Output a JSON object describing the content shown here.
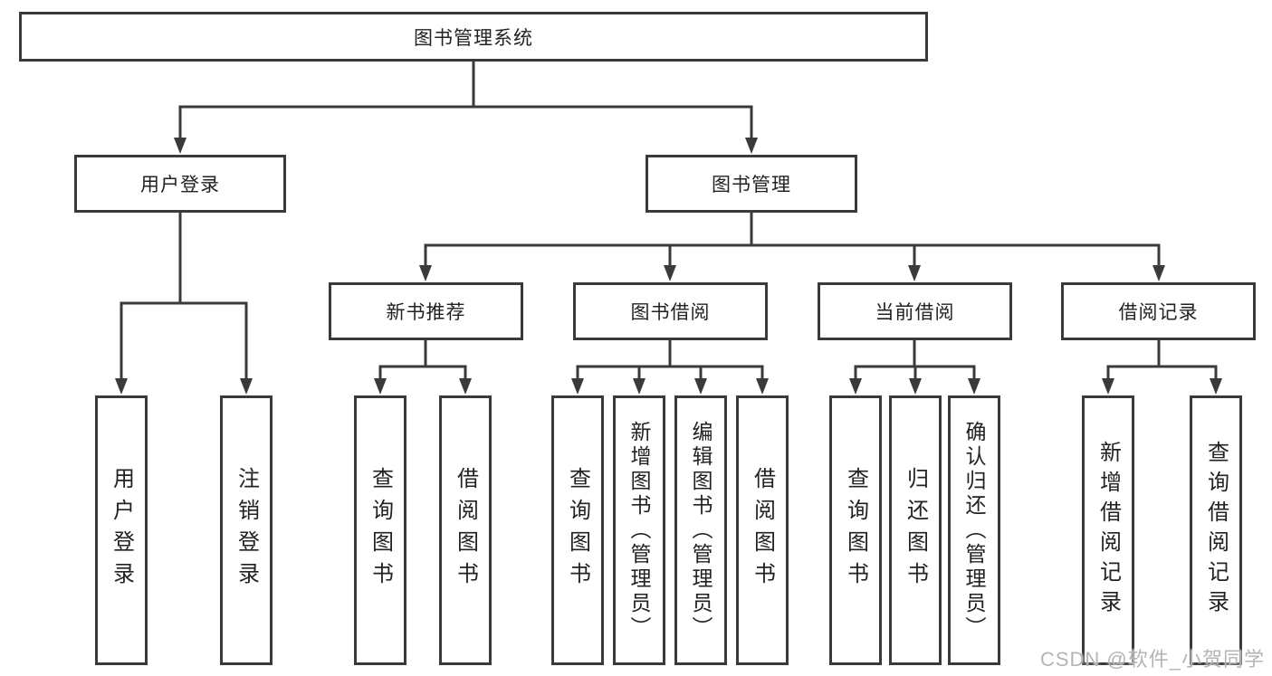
{
  "colors": {
    "line": "#3a3a3a",
    "box_border": "#3a3a3a",
    "box_fill": "#ffffff",
    "text": "#222222",
    "watermark": "#b4b4b4",
    "background": "#ffffff"
  },
  "watermark": {
    "text": "CSDN @软件_小贺同学"
  },
  "tree": {
    "root": {
      "label": "图书管理系统",
      "children": [
        {
          "label": "用户登录",
          "children": [
            {
              "label": "用户登录"
            },
            {
              "label": "注销登录"
            }
          ]
        },
        {
          "label": "图书管理",
          "children": [
            {
              "label": "新书推荐",
              "children": [
                {
                  "label": "查询图书"
                },
                {
                  "label": "借阅图书"
                }
              ]
            },
            {
              "label": "图书借阅",
              "children": [
                {
                  "label": "查询图书"
                },
                {
                  "label": "新增图书（管理员）"
                },
                {
                  "label": "编辑图书（管理员）"
                },
                {
                  "label": "借阅图书"
                }
              ]
            },
            {
              "label": "当前借阅",
              "children": [
                {
                  "label": "查询图书"
                },
                {
                  "label": "归还图书"
                },
                {
                  "label": "确认归还（管理员）"
                }
              ]
            },
            {
              "label": "借阅记录",
              "children": [
                {
                  "label": "新增借阅记录"
                },
                {
                  "label": "查询借阅记录"
                }
              ]
            }
          ]
        }
      ]
    }
  }
}
